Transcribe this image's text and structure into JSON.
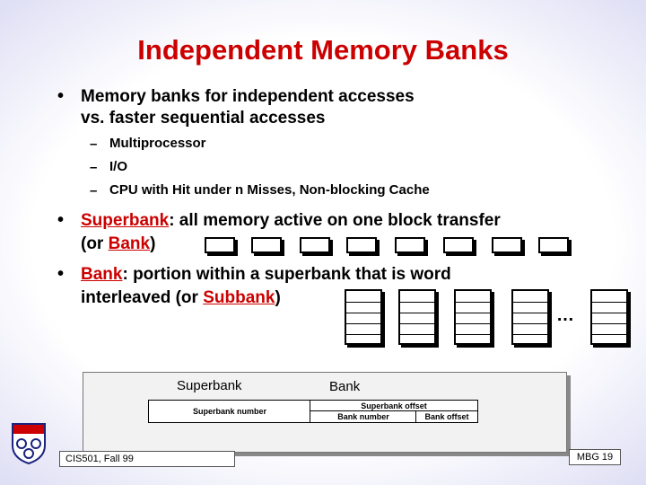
{
  "title": "Independent Memory Banks",
  "bullets": {
    "b1_line1": "Memory banks for independent accesses",
    "b1_line2": "vs. faster sequential accesses",
    "sub1": "Multiprocessor",
    "sub2": "I/O",
    "sub3": "CPU with Hit under n Misses, Non-blocking Cache",
    "b2_term": "Superbank",
    "b2_rest": ": all memory active on one block transfer",
    "b2_paren_open": "(or ",
    "b2_paren_term": "Bank",
    "b2_paren_close": ")",
    "b3_term": "Bank",
    "b3_rest": ": portion within a superbank that is word",
    "b3_line2_start": "interleaved (or ",
    "b3_line2_term": "Subbank",
    "b3_line2_end": ")"
  },
  "ellipsis": "…",
  "diagram": {
    "label_superbank": "Superbank",
    "label_bank": "Bank",
    "field_superbank_number": "Superbank number",
    "field_superbank_offset": "Superbank offset",
    "field_bank_number": "Bank number",
    "field_bank_offset": "Bank offset"
  },
  "footer": {
    "left": "CIS501, Fall 99",
    "right": "MBG  19"
  },
  "colors": {
    "title": "#cc0000",
    "accent": "#cc0000"
  }
}
